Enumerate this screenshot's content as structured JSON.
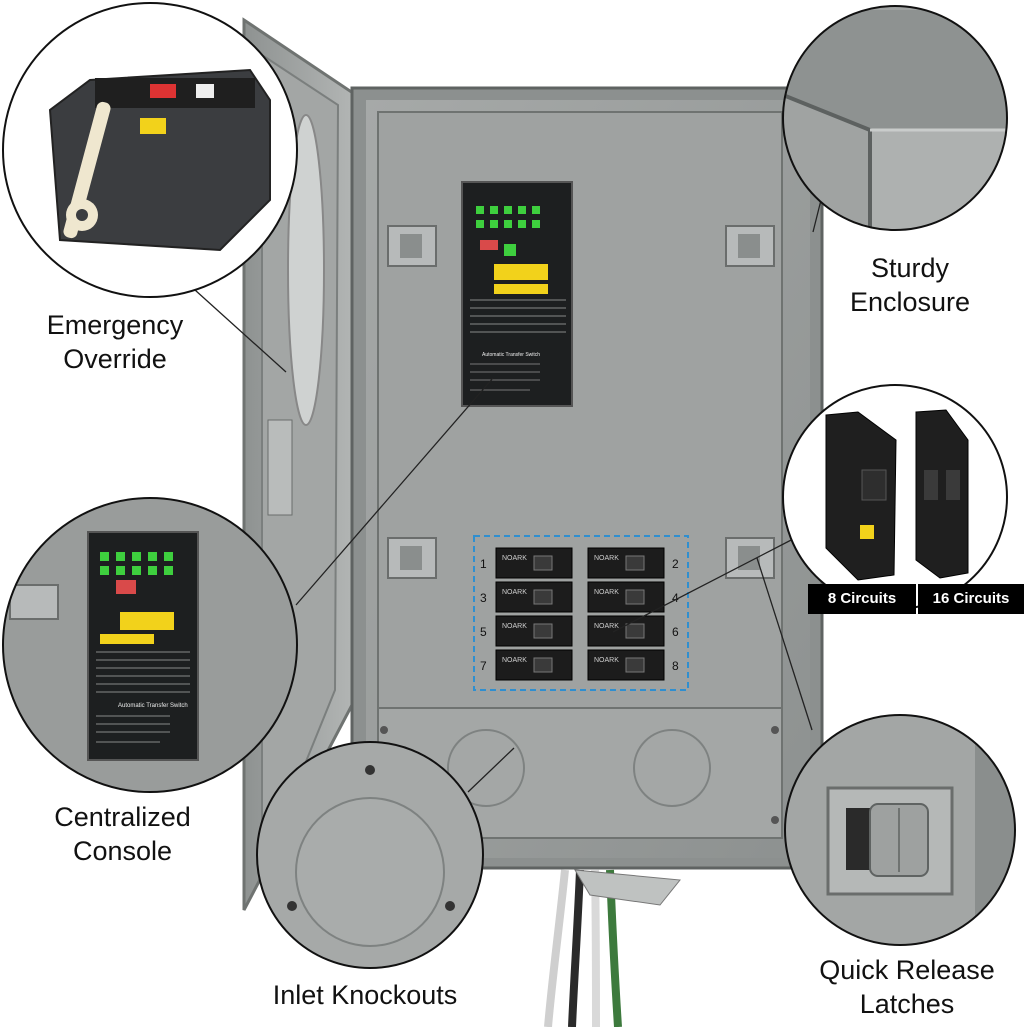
{
  "callouts": {
    "emergency_override": [
      "Emergency",
      "Override"
    ],
    "sturdy_enclosure": [
      "Sturdy",
      "Enclosure"
    ],
    "centralized_console": [
      "Centralized",
      "Console"
    ],
    "inlet_knockouts": [
      "Inlet Knockouts"
    ],
    "quick_release_latches": [
      "Quick Release",
      "Latches"
    ]
  },
  "breaker_options": [
    "8 Circuits",
    "16 Circuits"
  ],
  "panel": {
    "title": "Automatic Transfer Switch",
    "breaker_brand": "NOARK",
    "circuit_numbers": [
      "1",
      "2",
      "3",
      "4",
      "5",
      "6",
      "7",
      "8"
    ]
  },
  "colors": {
    "enclosure": "#9a9d9c",
    "enclosure_dark": "#6f7371",
    "breaker": "#1c1c1c",
    "dashed_outline": "#2f8fd0",
    "status_led": "#3ecf3e",
    "warning_label": "#f2d21b"
  }
}
